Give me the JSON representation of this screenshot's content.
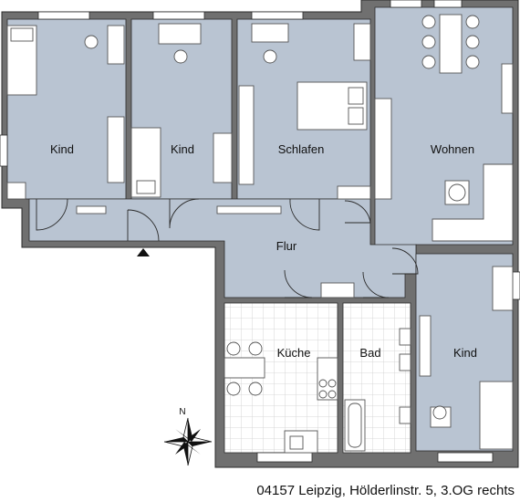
{
  "rooms": {
    "kind_1": "Kind",
    "kind_2": "Kind",
    "schlafen": "Schlafen",
    "wohnen": "Wohnen",
    "flur": "Flur",
    "kueche": "Küche",
    "bad": "Bad",
    "kind_3": "Kind"
  },
  "compass": {
    "north": "N"
  },
  "address": "04157 Leipzig, Hölderlinstr. 5, 3.OG rechts",
  "colors": {
    "wall": "#707070",
    "wall_outline": "#2b2b2b",
    "room_fill": "#b9c4d2",
    "tile_fill": "#ffffff",
    "tile_lines": "#c8c8c8",
    "furniture_fill": "#ffffff",
    "furniture_line": "#555555"
  }
}
